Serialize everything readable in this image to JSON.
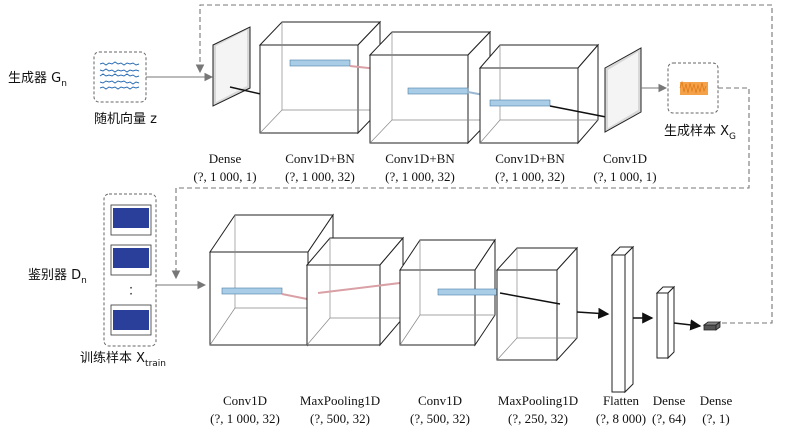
{
  "generator": {
    "label": "生成器 G",
    "sub": "n",
    "noise_label": "随机向量 z",
    "sample_label": "生成样本 X",
    "sample_sub": "G"
  },
  "discriminator": {
    "label": "鉴别器 D",
    "sub": "n",
    "train_label": "训练样本 X",
    "train_sub": "train"
  },
  "gen_layers": [
    {
      "name": "Dense",
      "shape": "(?, 1 000, 1)"
    },
    {
      "name": "Conv1D+BN",
      "shape": "(?, 1 000, 32)"
    },
    {
      "name": "Conv1D+BN",
      "shape": "(?, 1 000, 32)"
    },
    {
      "name": "Conv1D+BN",
      "shape": "(?, 1 000, 32)"
    },
    {
      "name": "Conv1D",
      "shape": "(?, 1 000, 1)"
    }
  ],
  "disc_layers": [
    {
      "name": "Conv1D",
      "shape": "(?, 1 000, 32)"
    },
    {
      "name": "MaxPooling1D",
      "shape": "(?, 500, 32)"
    },
    {
      "name": "Conv1D",
      "shape": "(?, 500, 32)"
    },
    {
      "name": "MaxPooling1D",
      "shape": "(?, 250, 32)"
    },
    {
      "name": "Flatten",
      "shape": "(?, 8 000)"
    },
    {
      "name": "Dense",
      "shape": "(?, 64)"
    },
    {
      "name": "Dense",
      "shape": "(?, 1)"
    }
  ],
  "colors": {
    "noise": "#2a6db5",
    "generated": "#e07b1a",
    "train": "#2a3f9a",
    "kernel": "#a9cde6",
    "kernel_alt": "#d9a0a6"
  }
}
